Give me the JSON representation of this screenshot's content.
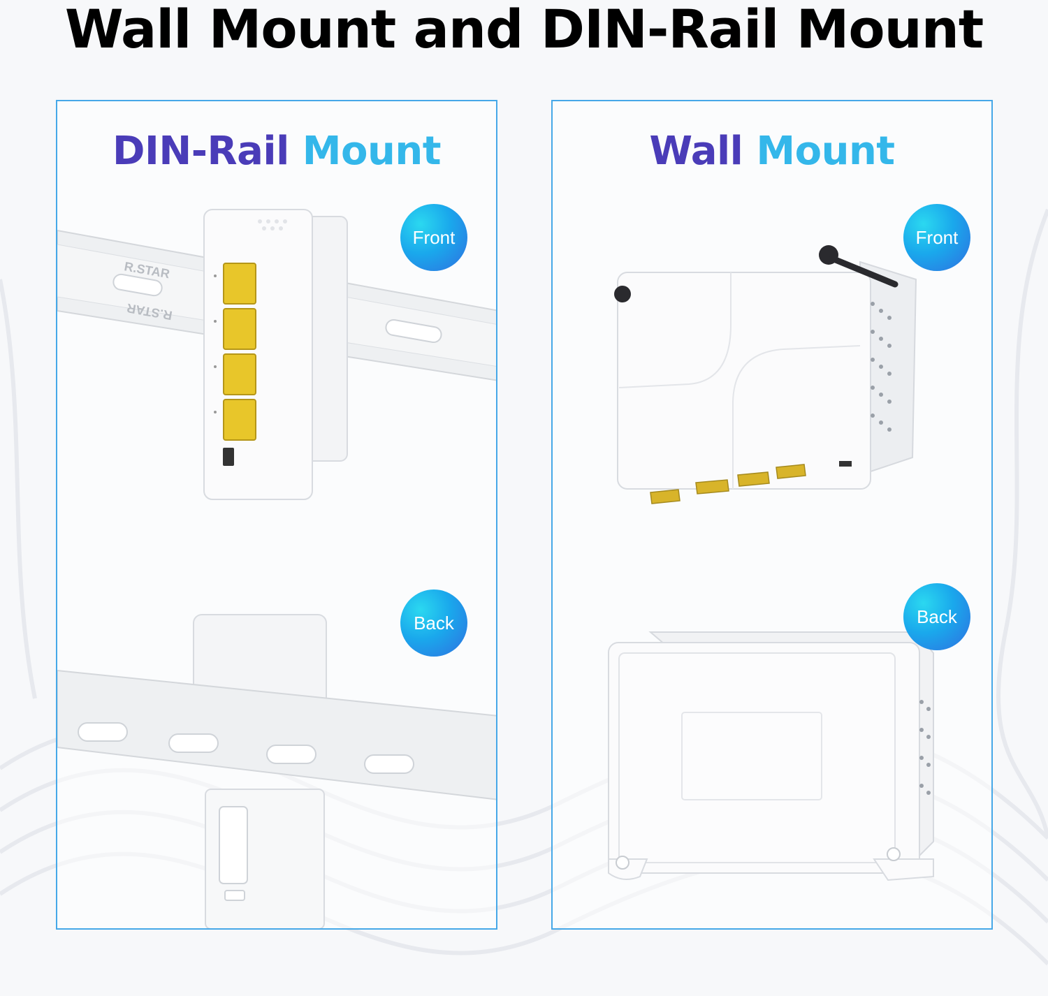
{
  "page": {
    "title": "Wall Mount and DIN-Rail Mount"
  },
  "din_rail_panel": {
    "title_word1": "DIN-Rail",
    "title_word2": "Mount",
    "front_badge": "Front",
    "back_badge": "Back",
    "rail_label": "R.STAR"
  },
  "wall_panel": {
    "title_word1": "Wall",
    "title_word2": "Mount",
    "front_badge": "Front",
    "back_badge": "Back"
  },
  "colors": {
    "title_dark": "#4a3cb8",
    "title_light": "#34b7ea",
    "panel_border": "#46a8e8",
    "badge_gradient": [
      "#2bd8f0",
      "#2f6fe0"
    ],
    "port_yellow": "#e8c62a"
  }
}
